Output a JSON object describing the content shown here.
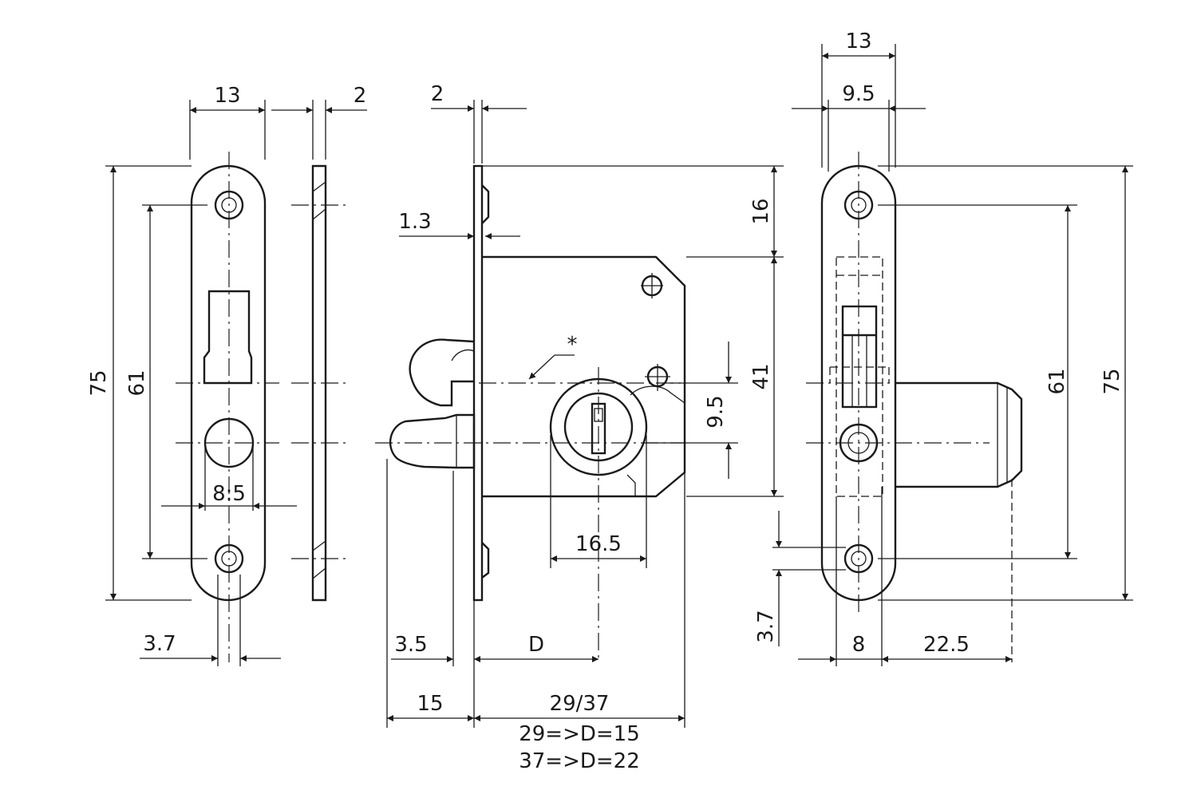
{
  "drawing": {
    "left_view": {
      "width": "13",
      "plate_thickness": "2",
      "height": "75",
      "hole_spacing": "61",
      "slot_width": "8:5",
      "edge_offset": "3.7"
    },
    "middle_view": {
      "plate_thickness": "2",
      "flange_thickness": "1.3",
      "top_offset": "16",
      "case_height": "41",
      "key_offset": "9.5",
      "cylinder_width": "16.5",
      "bolt_projection": "3.5",
      "backset": "D",
      "front_depth": "15",
      "case_depth": "29/37",
      "note_line_1": "29=>D=15",
      "note_line_2": "37=>D=22",
      "note_marker": "*"
    },
    "right_view": {
      "width": "13",
      "inner_width": "9.5",
      "hole_spacing": "61",
      "height": "75",
      "edge_offset": "3.7",
      "center_offset": "8",
      "bolt_length": "22.5"
    }
  }
}
